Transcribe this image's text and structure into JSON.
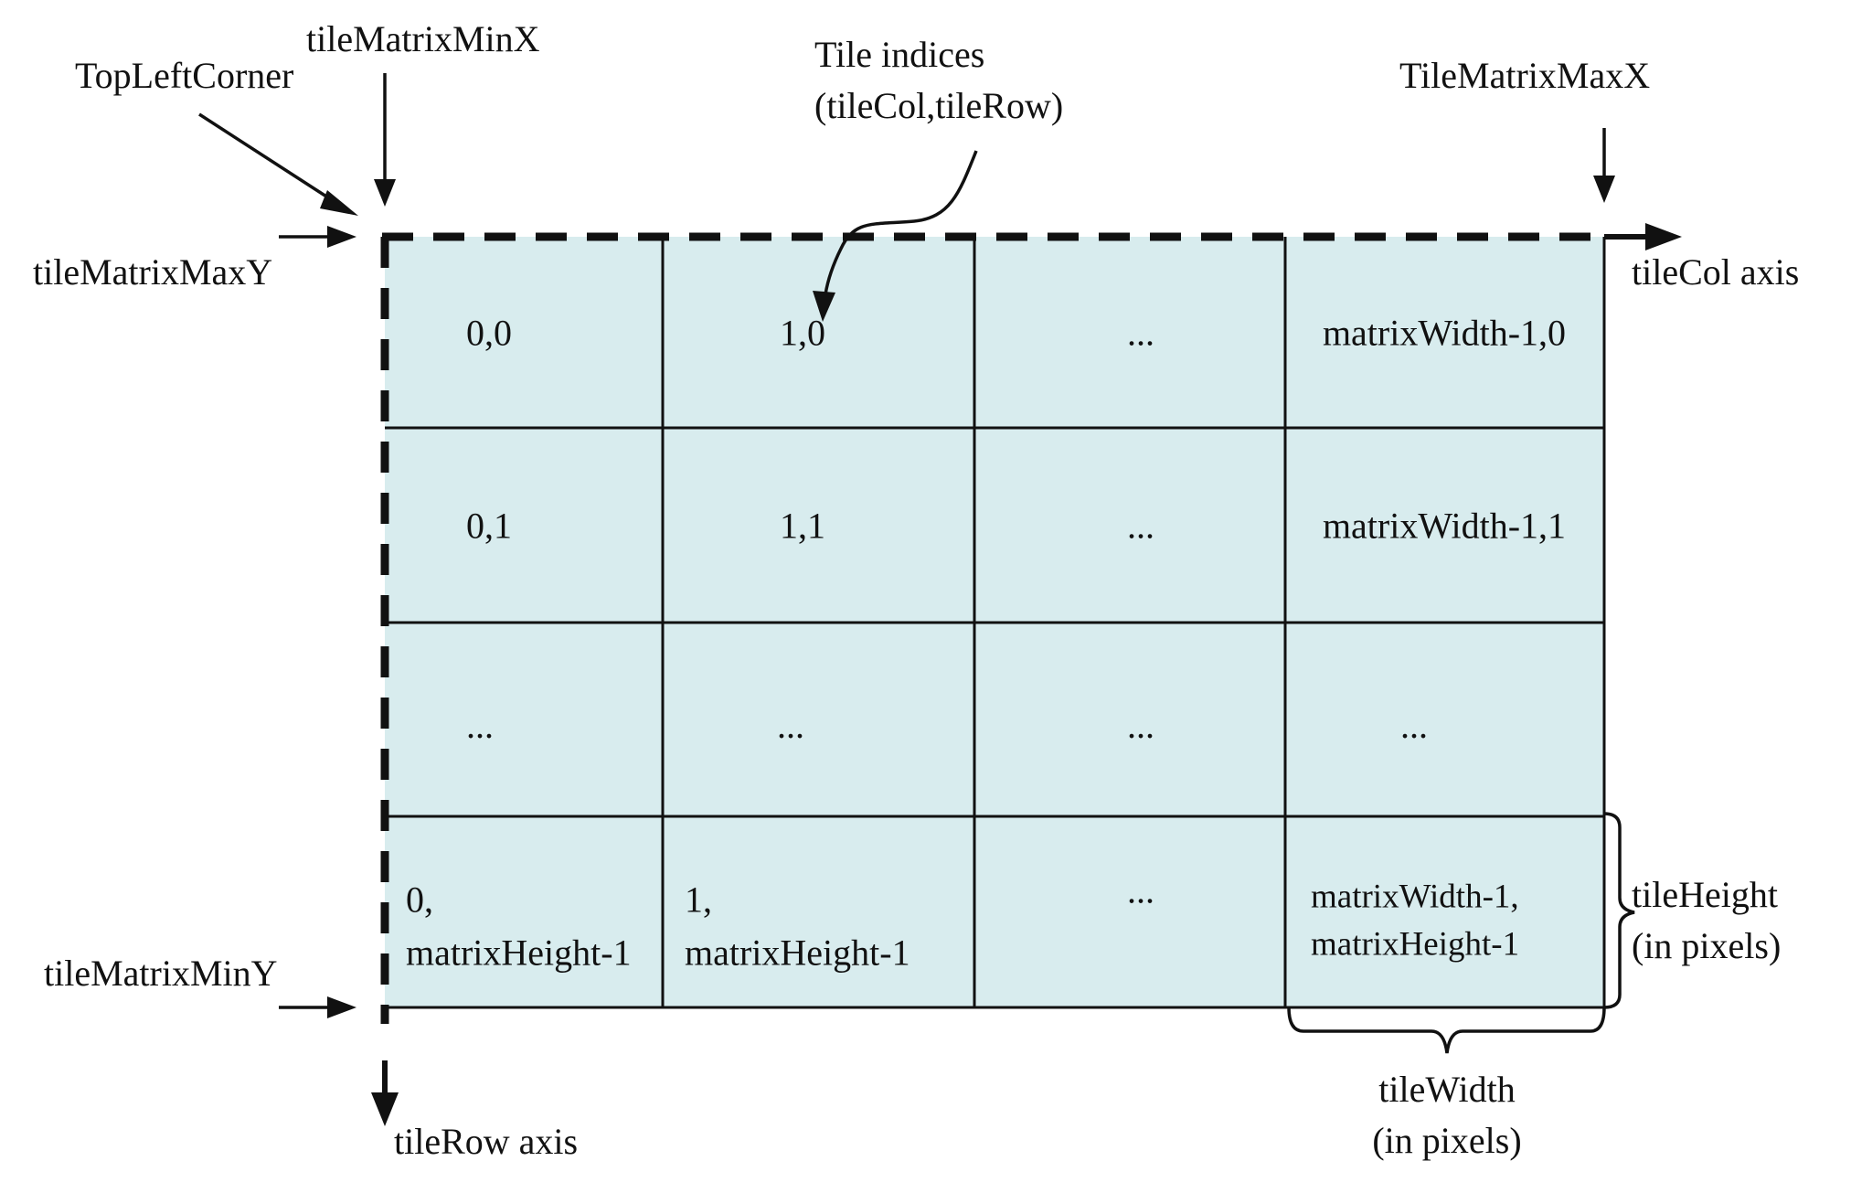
{
  "labels": {
    "top_left_corner": "TopLeftCorner",
    "tile_matrix_min_x": "tileMatrixMinX",
    "tile_matrix_max_x": "TileMatrixMaxX",
    "tile_matrix_max_y": "tileMatrixMaxY",
    "tile_matrix_min_y": "tileMatrixMinY",
    "tile_indices_line1": "Tile indices",
    "tile_indices_line2": "(tileCol,tileRow)",
    "tile_col_axis": "tileCol axis",
    "tile_row_axis": "tileRow axis",
    "tile_height_line1": "tileHeight",
    "tile_height_line2": "(in pixels)",
    "tile_width_line1": "tileWidth",
    "tile_width_line2": "(in pixels)"
  },
  "grid": {
    "fill_color": "#d8ecee",
    "rows": [
      {
        "cells": [
          {
            "line1": "0,0"
          },
          {
            "line1": "1,0"
          },
          {
            "line1": "..."
          },
          {
            "line1": "matrixWidth-1,0"
          }
        ]
      },
      {
        "cells": [
          {
            "line1": "0,1"
          },
          {
            "line1": "1,1"
          },
          {
            "line1": "..."
          },
          {
            "line1": "matrixWidth-1,1"
          }
        ]
      },
      {
        "cells": [
          {
            "line1": "..."
          },
          {
            "line1": "..."
          },
          {
            "line1": "..."
          },
          {
            "line1": "..."
          }
        ]
      },
      {
        "cells": [
          {
            "line1": "0,",
            "line2": "matrixHeight-1"
          },
          {
            "line1": "1,",
            "line2": "matrixHeight-1"
          },
          {
            "line1": "..."
          },
          {
            "line1": "matrixWidth-1,",
            "line2": "matrixHeight-1"
          }
        ]
      }
    ]
  }
}
